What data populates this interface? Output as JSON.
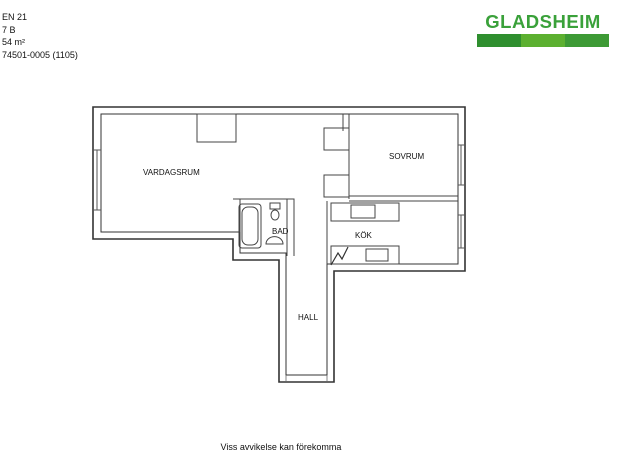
{
  "info": {
    "line1": "EN 21",
    "line2": "7 B",
    "line3": "54 m²",
    "line4": "74501-0005 (1105)"
  },
  "brand": {
    "name": "GLADSHEIM",
    "colors": {
      "text": "#3aa13a",
      "bar_dark": "#2f8f2f",
      "bar_light": "#5cb030"
    }
  },
  "rooms": {
    "living": "VARDAGSRUM",
    "bedroom": "SOVRUM",
    "bath": "BAD",
    "kitchen": "KÖK",
    "hall": "HALL"
  },
  "disclaimer": "Viss avvikelse kan förekomma"
}
